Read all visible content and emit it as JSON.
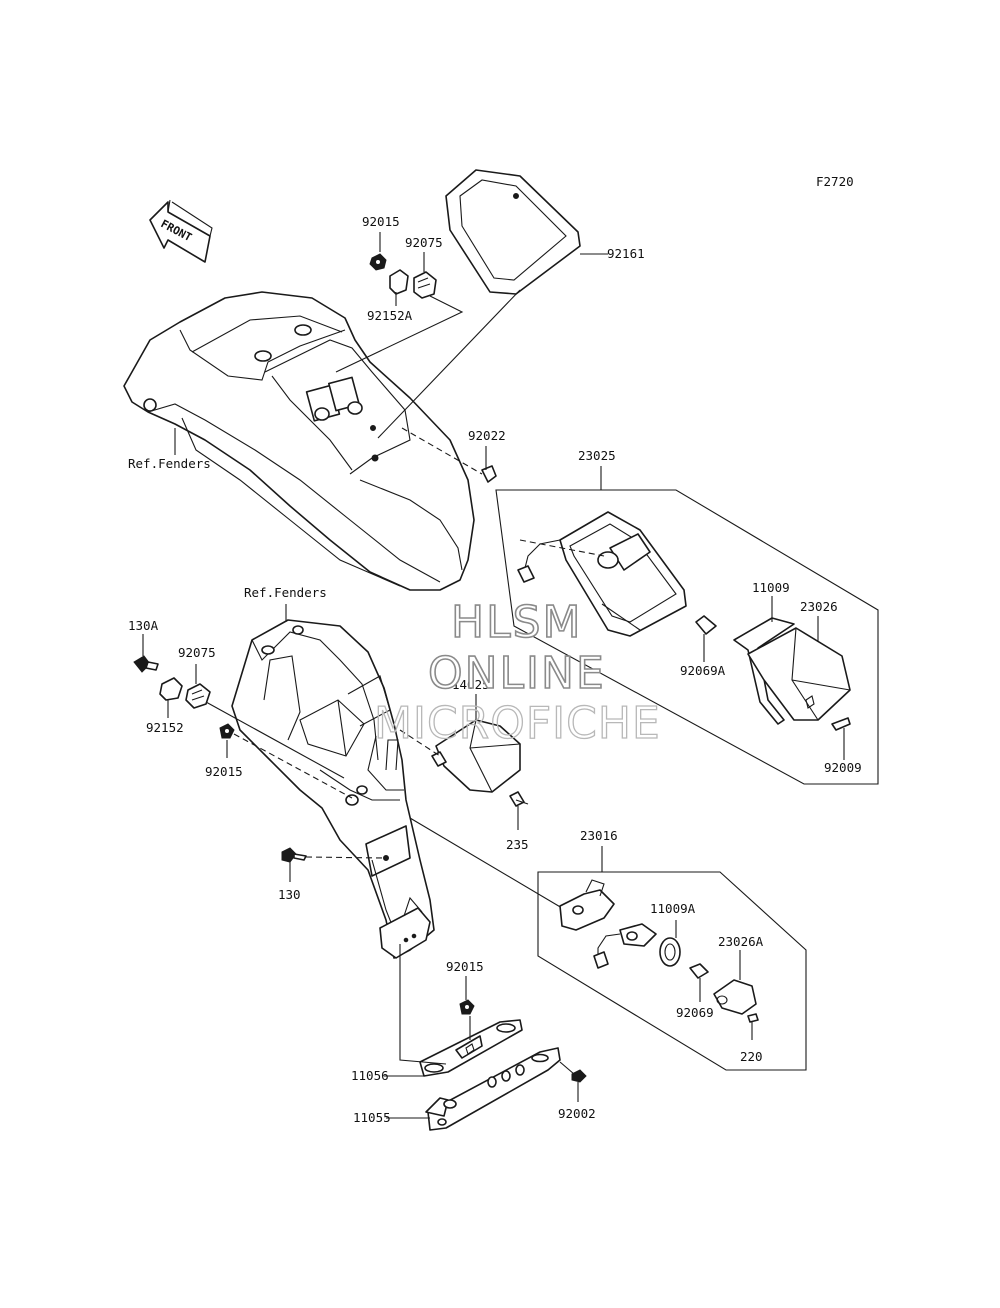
{
  "figure_code": "F2720",
  "front_label": "FRONT",
  "labels": {
    "p92015_top": "92015",
    "p92075_top": "92075",
    "p92152A": "92152A",
    "p92161": "92161",
    "ref_fenders_top": "Ref.Fenders",
    "p92022": "92022",
    "p23025": "23025",
    "p11009": "11009",
    "p23026": "23026",
    "p92069A": "92069A",
    "p92009": "92009",
    "ref_fenders_mid": "Ref.Fenders",
    "p130A": "130A",
    "p92075_mid": "92075",
    "p92152": "92152",
    "p92015_mid": "92015",
    "p14025": "14025",
    "p235": "235",
    "p130": "130",
    "p23016": "23016",
    "p11009A": "11009A",
    "p23026A": "23026A",
    "p92069": "92069",
    "p220": "220",
    "p92015_bot": "92015",
    "p11056": "11056",
    "p11055": "11055",
    "p92002": "92002"
  },
  "watermark": {
    "line1": "HLSM",
    "line2": "ONLINE",
    "line3": "MICROFICHE"
  }
}
